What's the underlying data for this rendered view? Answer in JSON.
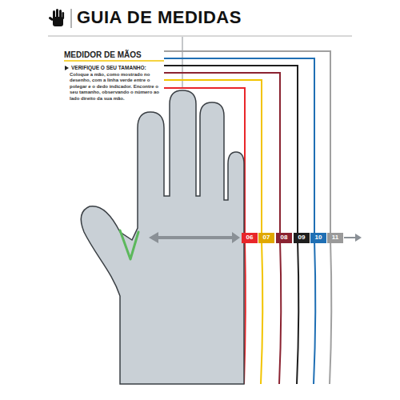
{
  "diagram": {
    "title": "GUIA DE MEDIDAS",
    "nodes": [
      {
        "text": [
          "06"
        ]
      },
      {
        "text": [
          "07"
        ]
      },
      {
        "text": [
          "08"
        ]
      },
      {
        "text": [
          "09"
        ]
      },
      {
        "text": [
          "10"
        ]
      },
      {
        "text": [
          "11"
        ]
      }
    ],
    "labels": [
      "MEDIDOR DE MÃOS",
      "VERIFIQUE O SEU TAMANHO:",
      "Coloque a mão, como mostrado no desenho, com a linha verde entre o polegar e o dedo indicador. Encontre o seu tamanho, observando o número ao lado direito da sua mão."
    ]
  }
}
